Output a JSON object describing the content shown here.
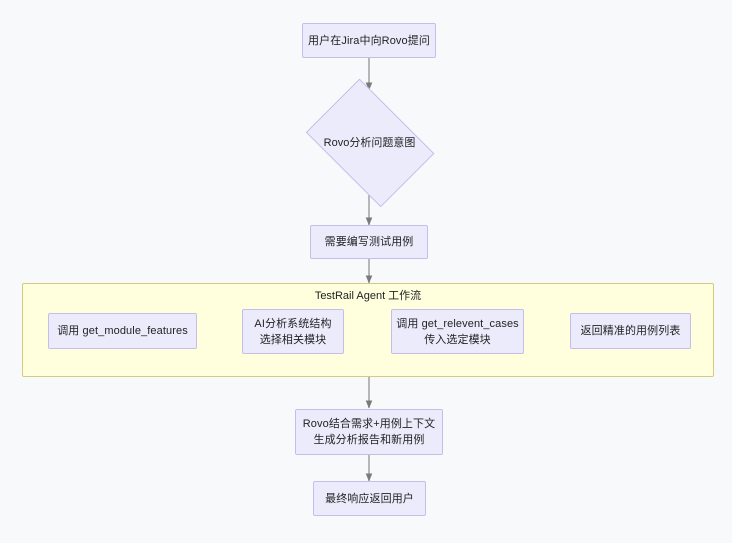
{
  "diagram": {
    "type": "flowchart",
    "direction": "top-down",
    "background_color": "#f8f9fb",
    "node_fill_color": "#ecebfb",
    "node_border_color": "#c6bdea",
    "edge_color": "#999999",
    "text_color": "#1f2020",
    "subgraph": {
      "title": "TestRail Agent 工作流",
      "fill_color": "#ffffde",
      "border_color": "#d5ca7e"
    },
    "nodes": [
      {
        "id": "start",
        "label": "用户在Jira中向Rovo提问",
        "shape": "rect"
      },
      {
        "id": "intent",
        "label": "Rovo分析问题意图",
        "shape": "diamond"
      },
      {
        "id": "need",
        "label": "需要编写测试用例",
        "shape": "rect"
      },
      {
        "id": "modfeat",
        "label": "调用 get_module_features",
        "shape": "rect"
      },
      {
        "id": "aiselect",
        "label": "AI分析系统结构\n选择相关模块",
        "shape": "rect"
      },
      {
        "id": "relcases",
        "label": "调用 get_relevent_cases\n传入选定模块",
        "shape": "rect"
      },
      {
        "id": "caselist",
        "label": "返回精准的用例列表",
        "shape": "rect"
      },
      {
        "id": "report",
        "label": "Rovo结合需求+用例上下文\n生成分析报告和新用例",
        "shape": "rect"
      },
      {
        "id": "final",
        "label": "最终响应返回用户",
        "shape": "rect"
      }
    ],
    "edges": [
      {
        "from": "start",
        "to": "intent"
      },
      {
        "from": "intent",
        "to": "need"
      },
      {
        "from": "need",
        "to": "modfeat"
      },
      {
        "from": "modfeat",
        "to": "aiselect"
      },
      {
        "from": "aiselect",
        "to": "relcases"
      },
      {
        "from": "relcases",
        "to": "caselist"
      },
      {
        "from": "caselist",
        "to": "report"
      },
      {
        "from": "report",
        "to": "final"
      }
    ]
  }
}
